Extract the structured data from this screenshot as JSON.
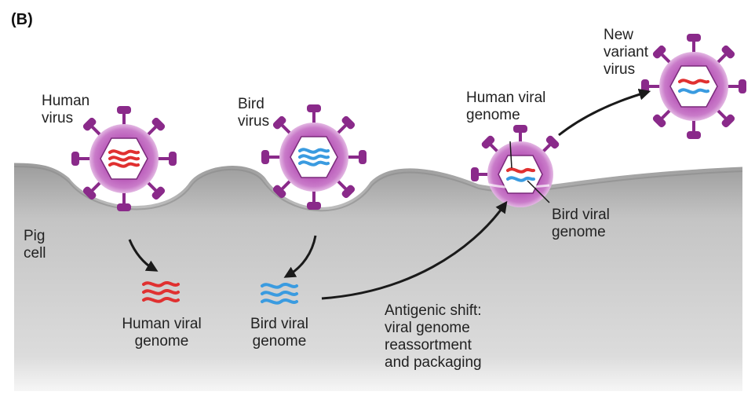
{
  "panel_label": "(B)",
  "labels": {
    "human_virus": "Human\nvirus",
    "bird_virus": "Bird\nvirus",
    "new_variant_virus": "New\nvariant\nvirus",
    "human_viral_genome_inside": "Human viral\ngenome",
    "bird_viral_genome_inside": "Bird viral\ngenome",
    "pig_cell": "Pig\ncell",
    "human_viral_genome": "Human viral\ngenome",
    "bird_viral_genome": "Bird viral\ngenome",
    "antigenic_shift": "Antigenic shift:\nviral genome\nreassortment\nand packaging"
  },
  "colors": {
    "virus_capsid": "#b04fb0",
    "virus_spike": "#8a2a8a",
    "human_genome": "#e03030",
    "bird_genome": "#3a9be0",
    "cell_fill": "#c8c8c8",
    "arrow": "#1a1a1a"
  }
}
